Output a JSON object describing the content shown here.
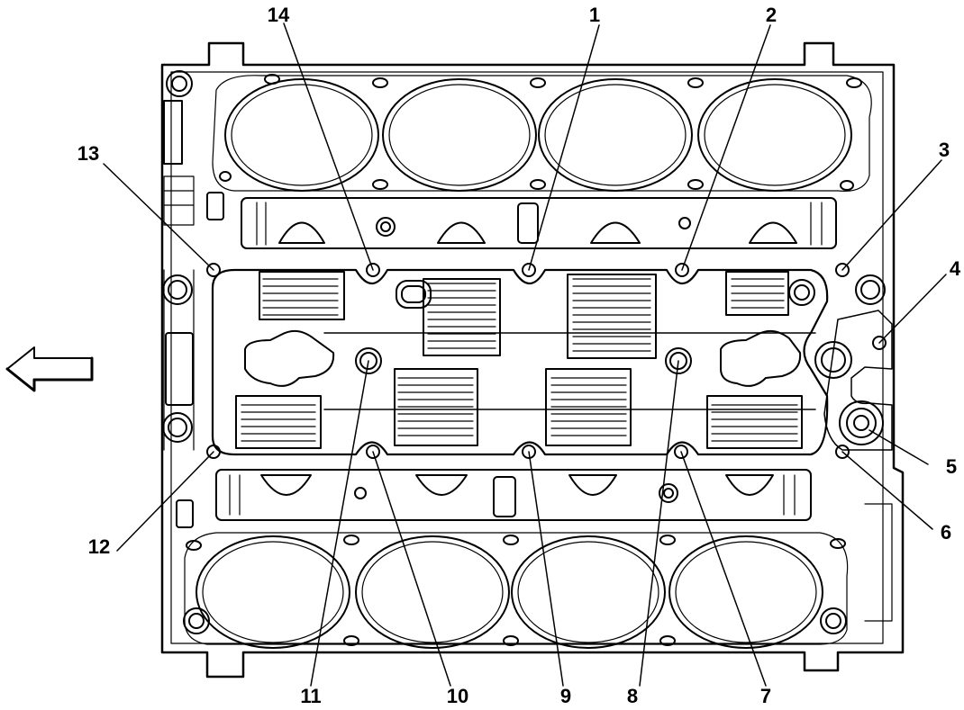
{
  "diagram": {
    "subject": "engine block top deck, bolt tightening sequence",
    "front_arrow_icon": "arrow-left-icon",
    "callouts": [
      "1",
      "2",
      "3",
      "4",
      "5",
      "6",
      "7",
      "8",
      "9",
      "10",
      "11",
      "12",
      "13",
      "14"
    ],
    "colors": {
      "line": "#000000",
      "background": "#ffffff"
    }
  }
}
